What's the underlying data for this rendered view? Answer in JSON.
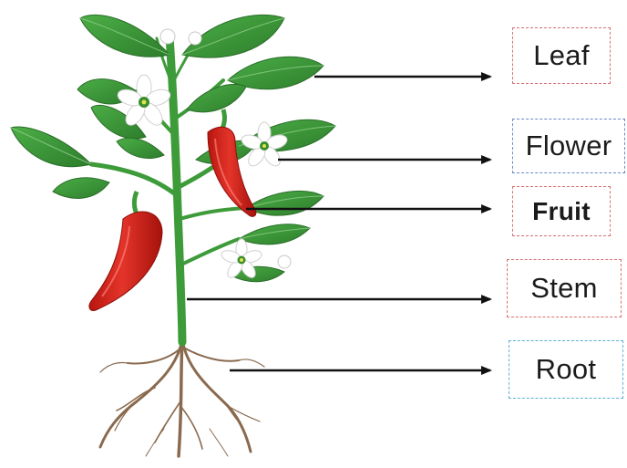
{
  "labels": {
    "leaf": "Leaf",
    "flower": "Flower",
    "fruit": "Fruit",
    "stem": "Stem",
    "root": "Root"
  },
  "colors": {
    "leaf_green": "#3f9a3c",
    "leaf_dark": "#2f7f2e",
    "stem_green": "#3e9b3a",
    "pepper_red": "#d4221c",
    "root_brown": "#8a6a4e",
    "flower_white": "#ffffff",
    "arrow": "#111111",
    "box_red_dash": "#d87070",
    "box_blue_dash": "#6a8bc8",
    "box_cyan_dash": "#5bb0d6"
  }
}
